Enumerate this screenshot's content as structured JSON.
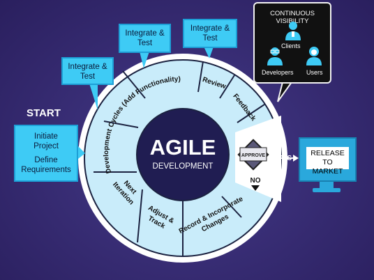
{
  "start_label": "START",
  "init_box": {
    "line1": "Initiate",
    "line2": "Project",
    "line3": "Define",
    "line4": "Requirements"
  },
  "integrate_boxes": [
    {
      "line1": "Integrate &",
      "line2": "Test"
    },
    {
      "line1": "Integrate &",
      "line2": "Test"
    },
    {
      "line1": "Integrate &",
      "line2": "Test"
    }
  ],
  "visibility": {
    "title": "CONTINUOUS VISIBILITY",
    "clients": "Clients",
    "developers": "Developers",
    "users": "Users"
  },
  "center": {
    "title": "AGILE",
    "subtitle": "DEVELOPMENT"
  },
  "segments": {
    "development_cycles": "Development Cycles (Add Functionality)",
    "review": "Review",
    "feedback": "Feedback",
    "record": [
      "Record & Incorporate",
      "Changes"
    ],
    "adjust": [
      "Adjust &",
      "Track"
    ],
    "next": [
      "Next",
      "Iteration"
    ]
  },
  "approve": {
    "label": "APPROVE",
    "no": "NO",
    "yes": "YES"
  },
  "release": {
    "line1": "RELEASE",
    "line2": "TO MARKET"
  },
  "colors": {
    "segment_fill": "#c9ecfa",
    "segment_stroke": "#1b2240",
    "box_fill": "#3ecbf5",
    "center_fill": "#201d52",
    "ring": "#ffffff",
    "dark_panel": "#111111",
    "monitor": "#2aa8dc"
  }
}
